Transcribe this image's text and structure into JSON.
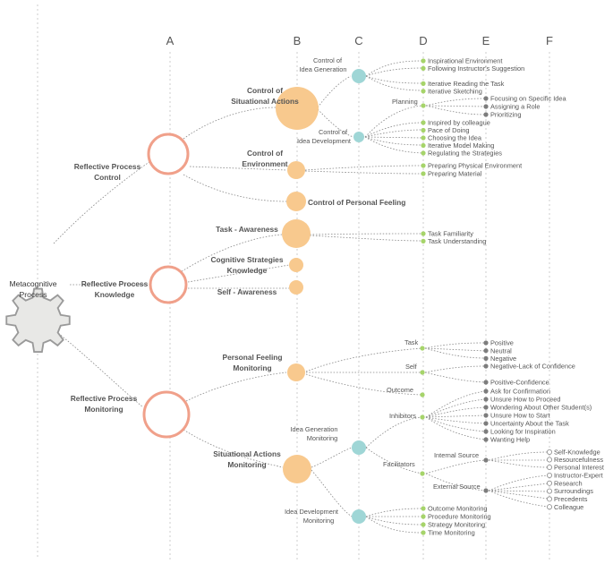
{
  "columns": [
    "A",
    "B",
    "C",
    "D",
    "E",
    "F"
  ],
  "center": {
    "line1": "Metacognitive",
    "line2": "Process"
  },
  "reflective": {
    "control": [
      "Reflective Process",
      "Control"
    ],
    "knowledge": [
      "Reflective Process",
      "Knowledge"
    ],
    "monitoring": [
      "Reflective Process",
      "Monitoring"
    ]
  },
  "control": {
    "situational": [
      "Control of",
      "Situational Actions"
    ],
    "environment": [
      "Control of",
      "Environment"
    ],
    "feeling": "Control of Personal Feeling",
    "idea_generation": [
      "Control of",
      "Idea Generation"
    ],
    "idea_development": [
      "Control of",
      "Idea Development"
    ],
    "planning": "Planning",
    "idea_generation_items": [
      "Inspirational Environment",
      "Following Instructor's Suggestion",
      "Iterative Reading the Task",
      "Iterative Sketching"
    ],
    "planning_items": [
      "Focusing on Specific Idea",
      "Assigning a Role",
      "Prioritizing"
    ],
    "idea_development_items": [
      "Inspired by colleague",
      "Pace of Doing",
      "Choosing the Idea",
      "Iterative Model Making",
      "Regulating the Strategies"
    ],
    "environment_items": [
      "Preparing Physical Environment",
      "Preparing Material"
    ]
  },
  "knowledge": {
    "task": "Task - Awareness",
    "cognitive": [
      "Cognitive Strategies",
      "Knowledge"
    ],
    "self": "Self - Awareness",
    "task_items": [
      "Task Familiarity",
      "Task Understanding"
    ]
  },
  "monitoring": {
    "personal_feeling": [
      "Personal Feeling",
      "Monitoring"
    ],
    "situational": [
      "Situational Actions",
      "Monitoring"
    ],
    "task": "Task",
    "self": "Self",
    "outcome": "Outcome",
    "task_items": [
      "Positive",
      "Neutral",
      "Negative"
    ],
    "self_items": [
      "Negative-Lack of Confidence",
      "Positive-Confidence"
    ],
    "idea_generation": [
      "Idea Generation",
      "Monitoring"
    ],
    "idea_development": [
      "Idea Development",
      "Monitoring"
    ],
    "inhibitors": "Inhibitors",
    "facilitators": "Facilitators",
    "inhibitor_items": [
      "Ask for Confirmation",
      "Unsure How to Proceed",
      "Wondering About Other Student(s)",
      "Unsure How to Start",
      "Uncertainty About the Task",
      "Looking for Inspiration",
      "Wanting Help"
    ],
    "internal_source": "Internal Source",
    "external_source": "External Source",
    "internal_items": [
      "Self-Knowledge",
      "Resourcefulness",
      "Personal Interest"
    ],
    "external_items": [
      "Instructor-Expert",
      "Research",
      "Surroundings",
      "Precedents",
      "Colleague"
    ],
    "idea_development_items": [
      "Outcome Monitoring",
      "Procedure Monitoring",
      "Strategy Monitoring",
      "Time Monitoring"
    ]
  },
  "colors": {
    "ring": "#f0a08a",
    "orange": "#f8c98e",
    "teal": "#9fd6d6",
    "green": "#a6d46a",
    "gray_dot": "#7d7d7d",
    "gear": "#e8e8e6",
    "gear_stroke": "#9a9a9a"
  }
}
